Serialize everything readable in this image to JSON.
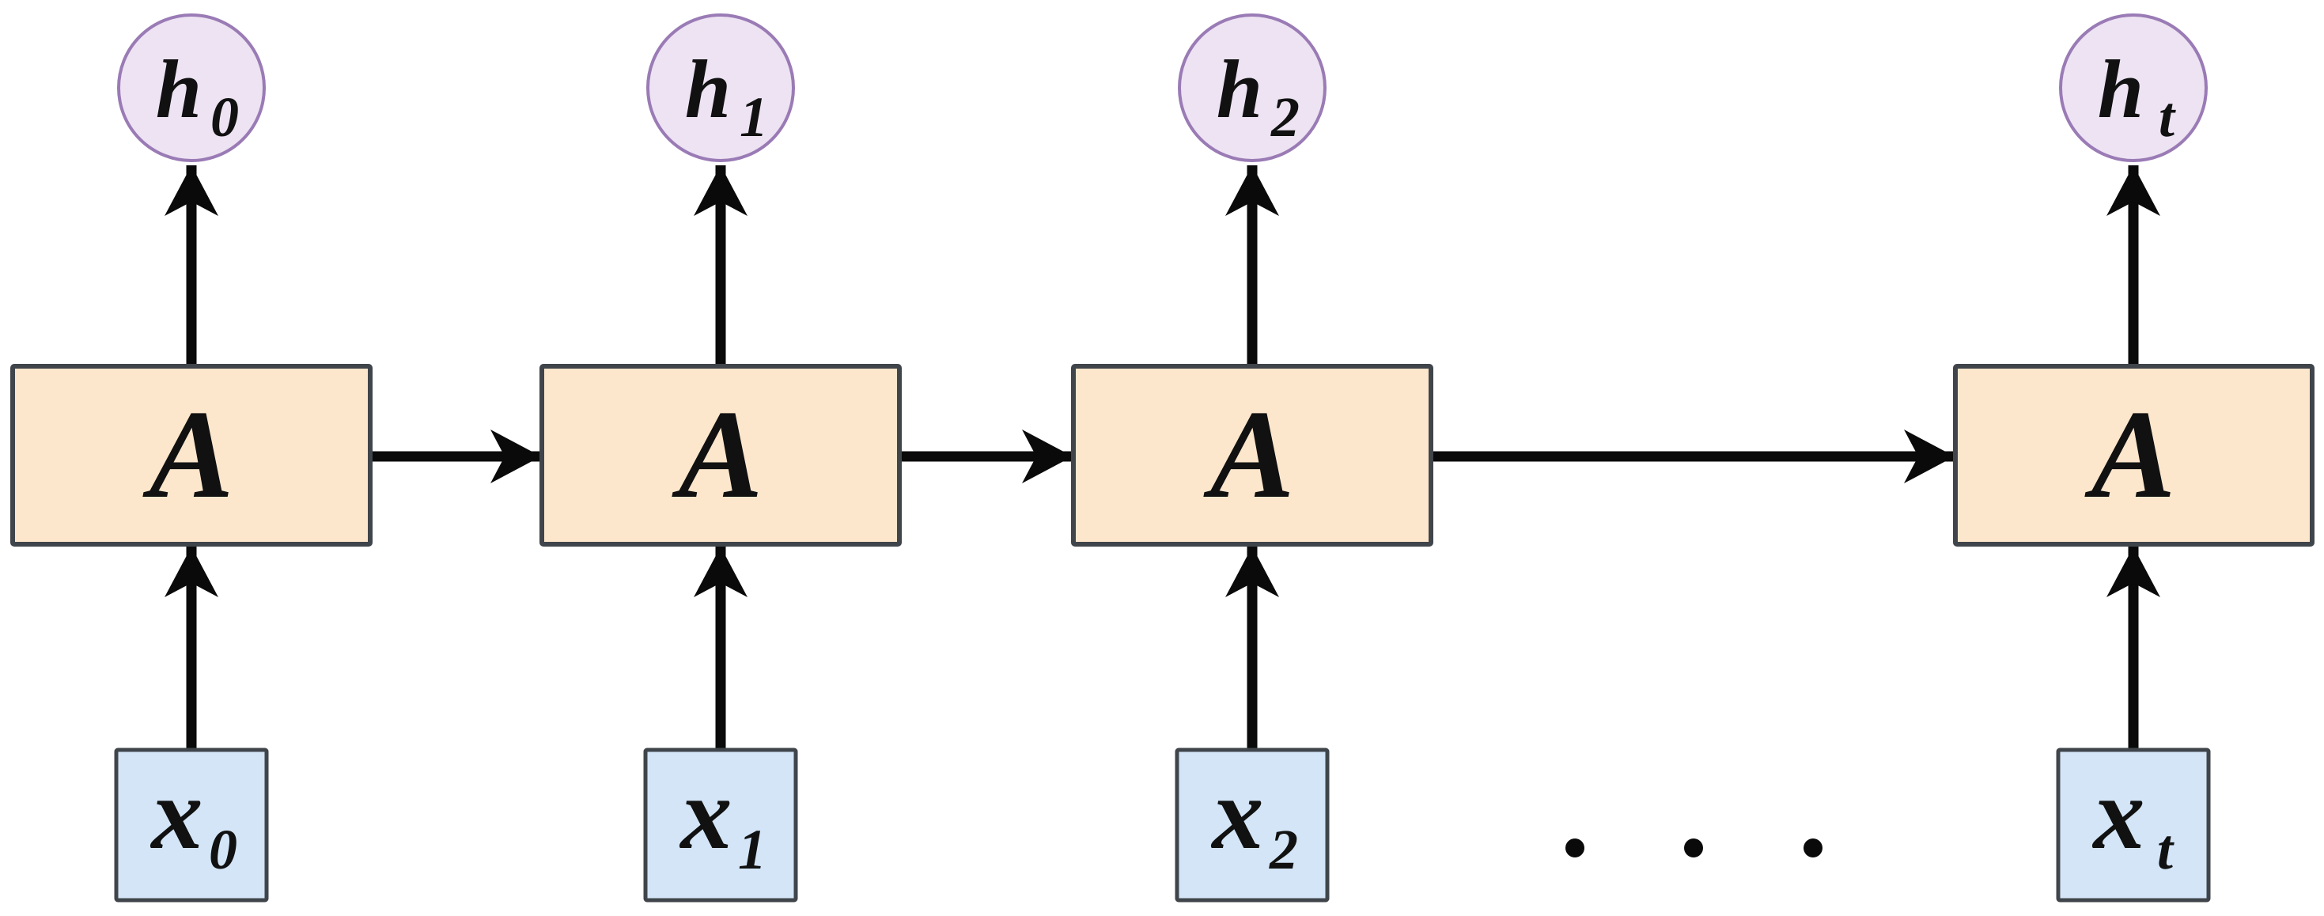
{
  "diagram": {
    "kind": "unrolled recurrent neural network",
    "colors": {
      "background": "#ffffff",
      "hidden_node_fill": "#EDE3F3",
      "hidden_node_stroke": "#9A7BB5",
      "cell_fill": "#FCE6CC",
      "cell_stroke": "#40454B",
      "input_fill": "#D3E5F7",
      "input_stroke": "#40454B",
      "arrow": "#0A0A0A",
      "label": "#111111"
    },
    "columns": [
      {
        "output_main": "h",
        "output_sub": "0",
        "cell_label": "A",
        "input_main": "x",
        "input_sub": "0"
      },
      {
        "output_main": "h",
        "output_sub": "1",
        "cell_label": "A",
        "input_main": "x",
        "input_sub": "1"
      },
      {
        "output_main": "h",
        "output_sub": "2",
        "cell_label": "A",
        "input_main": "x",
        "input_sub": "2"
      },
      {
        "output_main": "h",
        "output_sub": "t",
        "cell_label": "A",
        "input_main": "x",
        "input_sub": "t"
      }
    ],
    "ellipsis_dot_count": 3
  }
}
